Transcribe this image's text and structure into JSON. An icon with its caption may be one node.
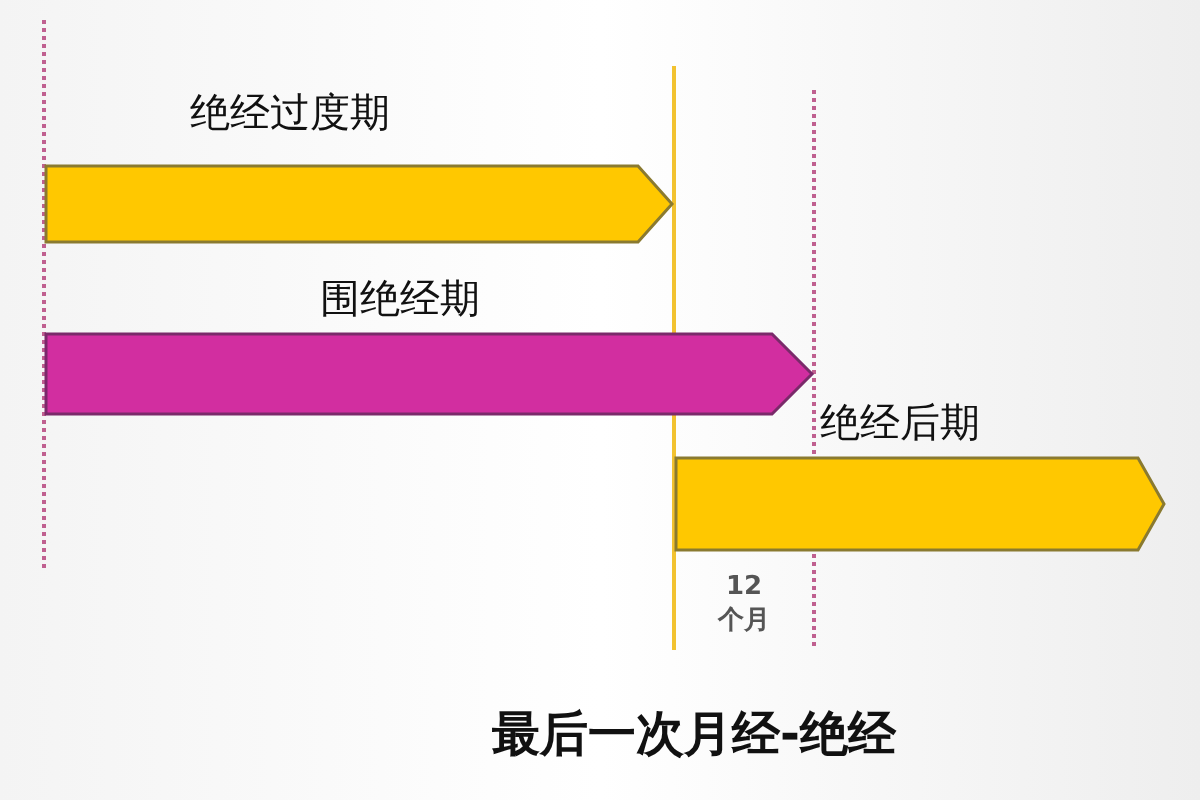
{
  "diagram": {
    "caption": "最后一次月经-绝经",
    "nodes": [
      {
        "text": [
          "绝经过度期"
        ]
      },
      {
        "text": [
          "围绝经期"
        ]
      },
      {
        "text": [
          "绝经后期"
        ]
      }
    ],
    "labels": [
      "12 个月"
    ]
  }
}
